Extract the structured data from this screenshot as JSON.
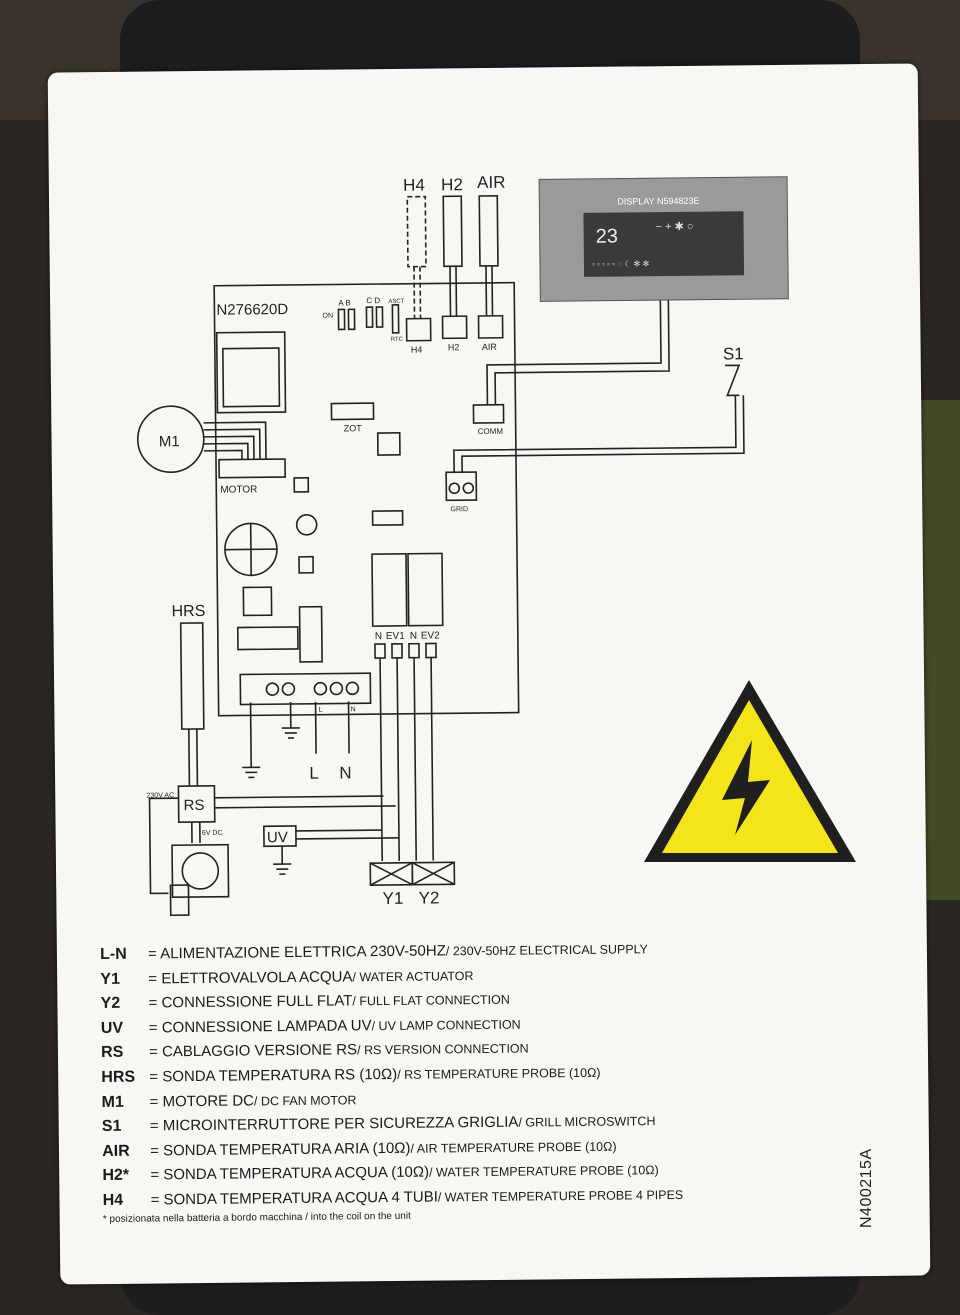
{
  "labels": {
    "board": "N276620D",
    "display": "DISPLAY N594823E",
    "display_reading": "23",
    "probes": {
      "h4": "H4",
      "h2": "H2",
      "air": "AIR"
    },
    "connectors": {
      "h4": "H4",
      "h2": "H2",
      "air": "AIR",
      "zot": "ZOT",
      "comm": "COMM",
      "motor": "MOTOR",
      "grid": "GRID"
    },
    "jumpers": {
      "on": "ON",
      "ab": "A B",
      "cd": "C D",
      "asct": "ASCT",
      "rtc": "RTC"
    },
    "outputs": {
      "n1": "N",
      "ev1": "EV1",
      "n2": "N",
      "ev2": "EV2"
    },
    "power": {
      "l": "L",
      "n": "N",
      "l_small": "L",
      "n_small": "N"
    },
    "components": {
      "m1": "M1",
      "s1": "S1",
      "hrs": "HRS",
      "rs": "RS",
      "uv": "UV",
      "y1": "Y1",
      "y2": "Y2"
    },
    "rs_in": "230V AC",
    "rs_out": "6V DC"
  },
  "legend": [
    {
      "code": "L-N",
      "it": "= ALIMENTAZIONE ELETTRICA 230V-50Hz",
      "en": " / 230V-50Hz ELECTRICAL SUPPLY"
    },
    {
      "code": "Y1",
      "it": "= ELETTROVALVOLA ACQUA",
      "en": " / WATER ACTUATOR"
    },
    {
      "code": "Y2",
      "it": "= CONNESSIONE FULL FLAT",
      "en": " / FULL FLAT CONNECTION"
    },
    {
      "code": "UV",
      "it": "= CONNESSIONE LAMPADA UV",
      "en": " / UV LAMP CONNECTION"
    },
    {
      "code": "RS",
      "it": "= CABLAGGIO VERSIONE RS",
      "en": " / RS VERSION CONNECTION"
    },
    {
      "code": "HRS",
      "it": "= SONDA TEMPERATURA RS (10Ω)",
      "en": " / RS TEMPERATURE PROBE (10Ω)"
    },
    {
      "code": "M1",
      "it": "= MOTORE DC",
      "en": " / DC FAN MOTOR"
    },
    {
      "code": "S1",
      "it": "= MICROINTERRUTTORE PER SICUREZZA GRIGLIA",
      "en": " / GRILL MICROSWITCH"
    },
    {
      "code": "AIR",
      "it": "= SONDA TEMPERATURA ARIA (10Ω)",
      "en": " / AIR TEMPERATURE PROBE (10Ω)"
    },
    {
      "code": "H2*",
      "it": "= SONDA TEMPERATURA ACQUA (10Ω)",
      "en": " / WATER TEMPERATURE PROBE (10Ω)"
    },
    {
      "code": "H4",
      "it": "= SONDA TEMPERATURA ACQUA 4 TUBI",
      "en": " / WATER TEMPERATURE PROBE 4 PIPES"
    }
  ],
  "footnote": "* posizionata nella batteria a bordo macchina / into the coil on the unit",
  "doc_number": "N400215A",
  "colors": {
    "card": "#f7f7f4",
    "line": "#222222",
    "warning_fill": "#f3e51a",
    "display_panel": "#9a9a9a",
    "display_screen": "#3a3a3a"
  }
}
